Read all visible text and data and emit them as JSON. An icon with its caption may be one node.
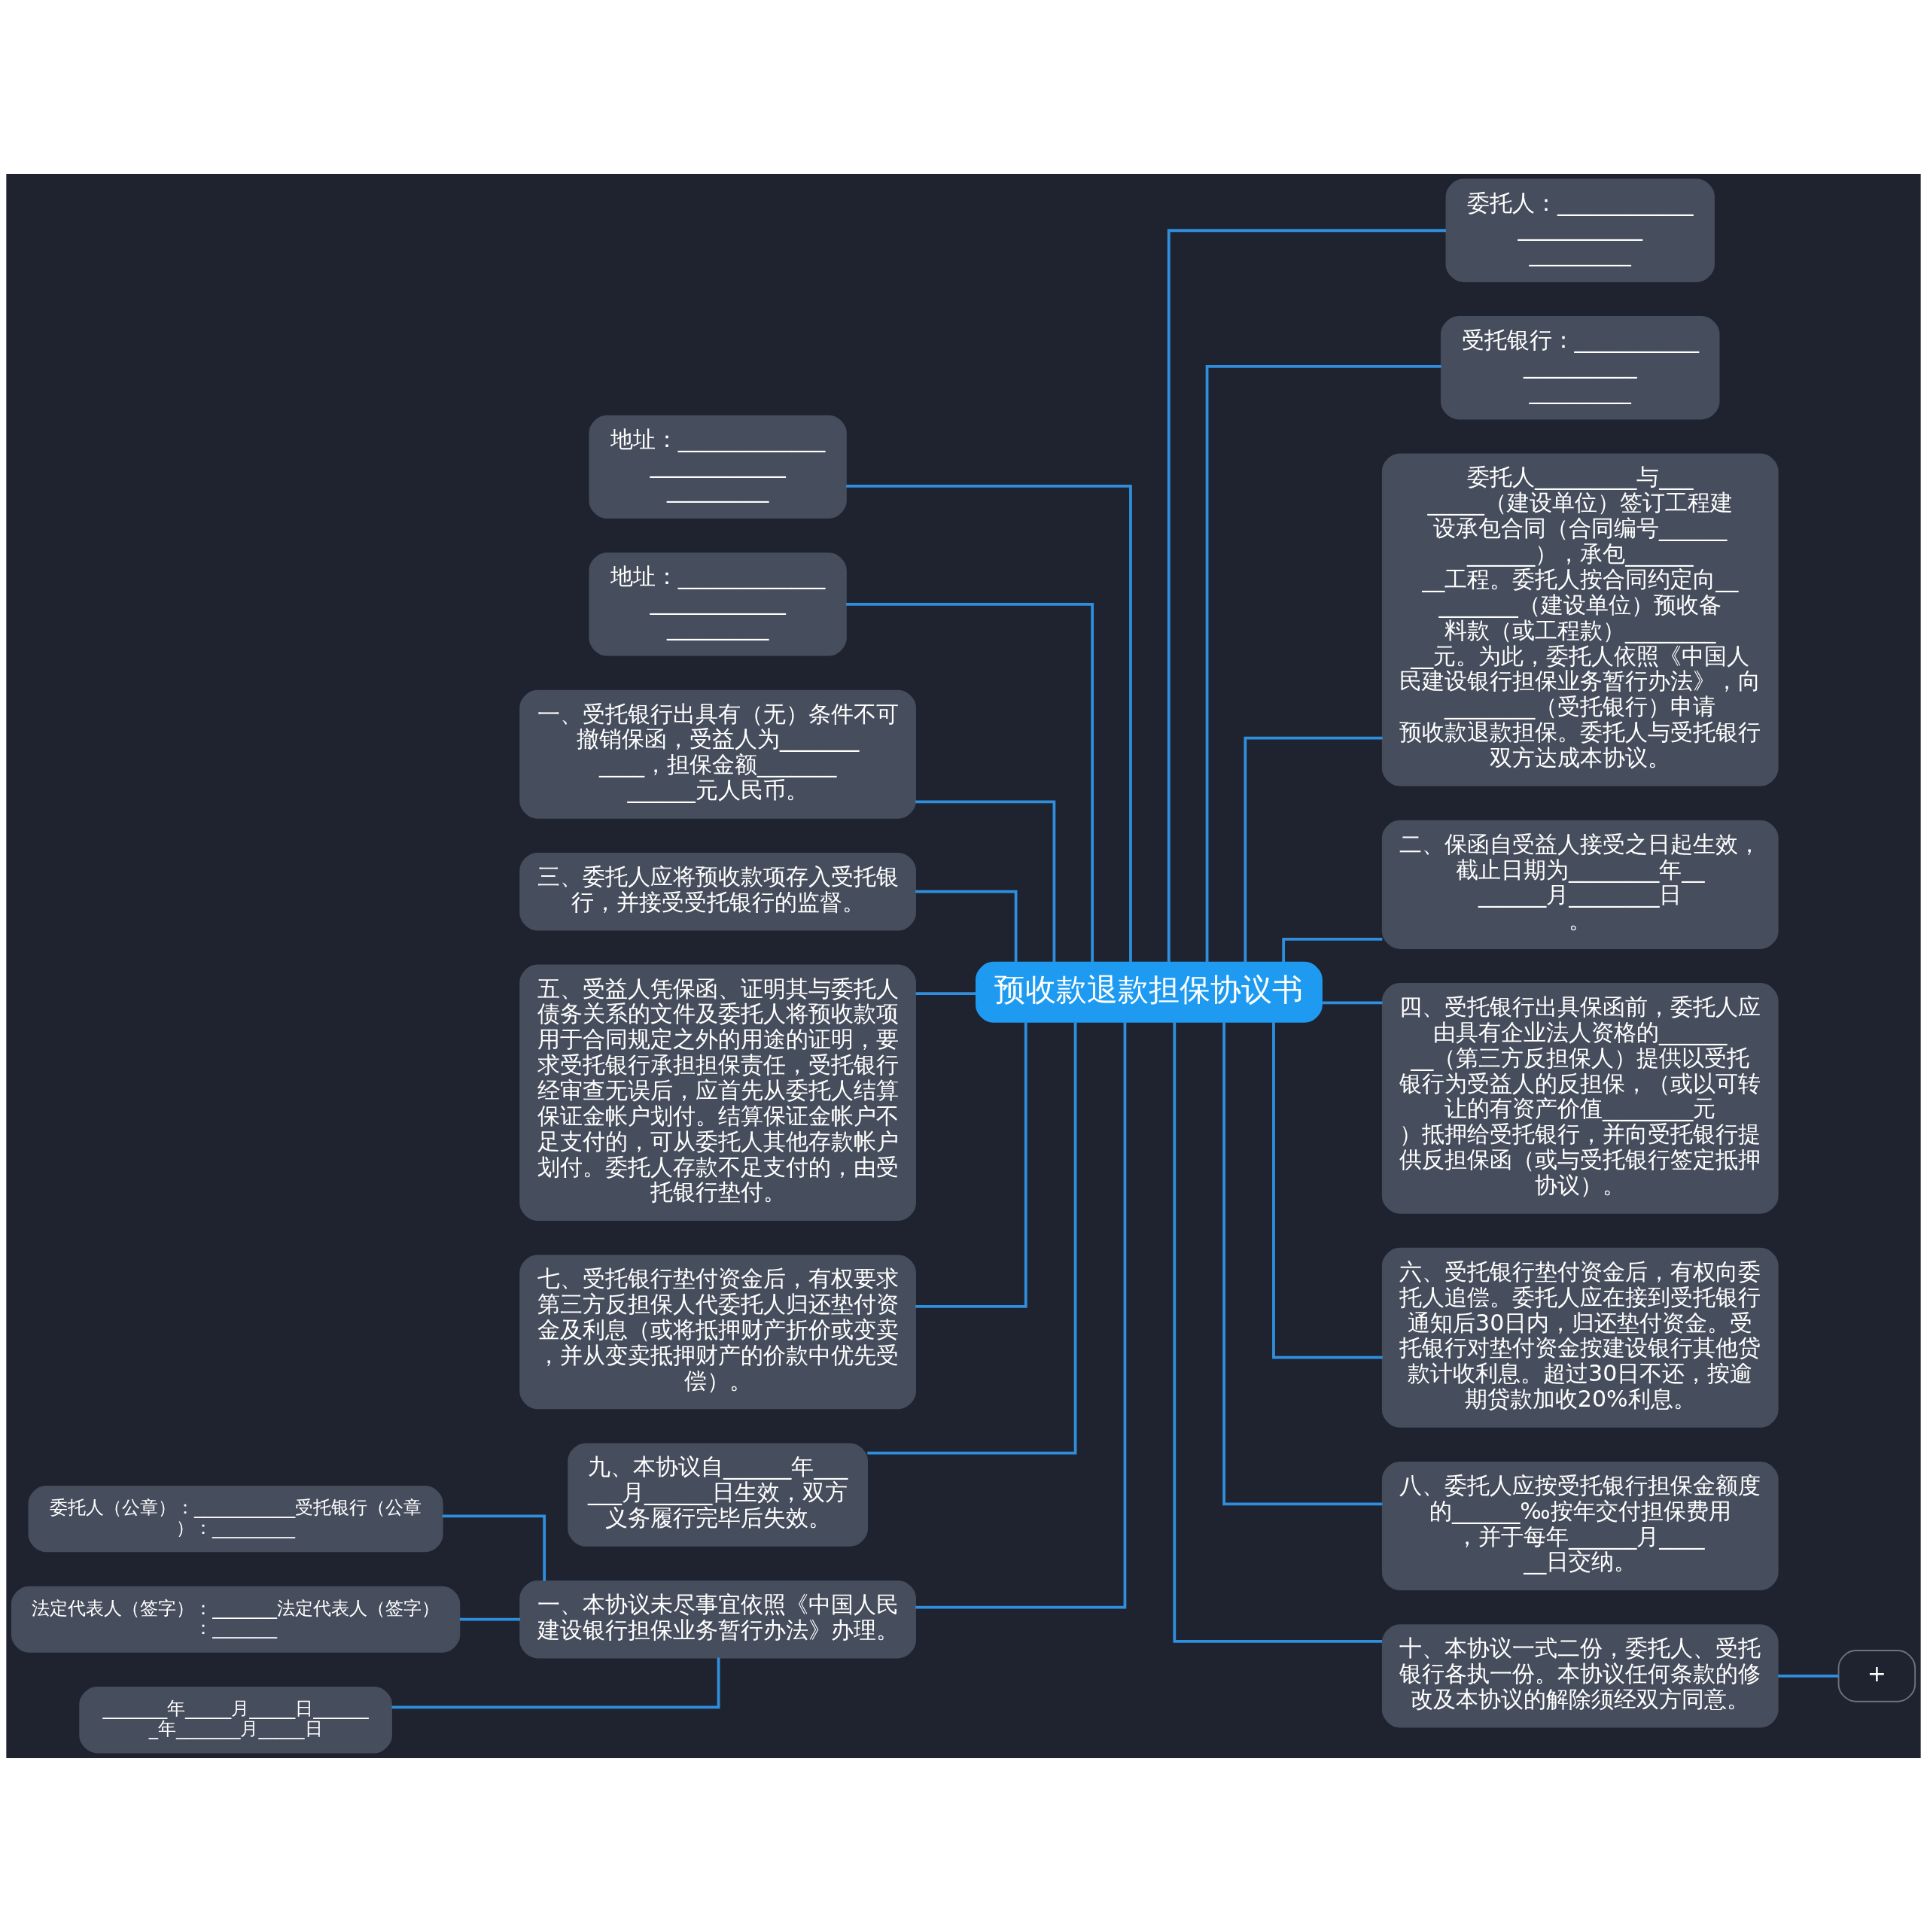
{
  "diagram": {
    "nodes": [
      {
        "text": [
          "预收款退款担保协议书"
        ]
      },
      {
        "text": [
          "地址：_________________________ _________"
        ]
      },
      {
        "text": [
          "地址：_________________________ _________"
        ]
      },
      {
        "text": [
          "一、受托银行出具有（无）条件不可撤销保函，受益人为___________，担保金额_____________元人民币。"
        ]
      },
      {
        "text": [
          "三、委托人应将预收款项存入受托银行，并接受受托银行的监督。"
        ]
      },
      {
        "text": [
          "五、受益人凭保函、证明其与委托人债务关系的文件及委托人将预收款项用于合同规定之外的用途的证明，要求受托银行承担担保责任，受托银行经审查无误后，应首先从委托人结算保证金帐户划付。结算保证金帐户不足支付的，可从委托人其他存款帐户划付。委托人存款不足支付的，由受托银行垫付。"
        ]
      },
      {
        "text": [
          "七、受托银行垫付资金后，有权要求第三方反担保人代委托人归还垫付资金及利息（或将抵押财产折价或变卖，并从变卖抵押财产的价款中优先受偿）。"
        ]
      },
      {
        "text": [
          "九、本协议自______年______月______日生效，双方义务履行完毕后失效。"
        ]
      },
      {
        "text": [
          "一、本协议未尽事宜依照《中国人民建设银行担保业务暂行办法》办理。"
        ]
      },
      {
        "text": [
          "委托人（公章）：___________受托银行（公章）：_________"
        ]
      },
      {
        "text": [
          "法定代表人（签字）：_______法定代表人（签字）：_______"
        ]
      },
      {
        "text": [
          "_______年_____月_____日_______年_______月_____日"
        ]
      },
      {
        "text": [
          "委托人：_______________________ _________"
        ]
      },
      {
        "text": [
          "受托银行：_____________________ _________"
        ]
      },
      {
        "text": [
          "委托人_________与________（建设单位）签订工程建设承包合同（合同编号____________），承包________工程。委托人按合同约定向_________（建设单位）预收备料款（或工程款）__________元。为此，委托人依照《中国人民建设银行担保业务暂行办法》，向________（受托银行）申请预收款退款担保。委托人与受托银行双方达成本协议。"
        ]
      },
      {
        "text": [
          "二、保函自受益人接受之日起生效，截止日期为________年________月________日。"
        ]
      },
      {
        "text": [
          "四、受托银行出具保函前，委托人应由具有企业法人资格的________（第三方反担保人）提供以受托银行为受益人的反担保，（或以可转让的有资产价值________元）抵押给受托银行，并向受托银行提供反担保函（或与受托银行签定抵押协议）。"
        ]
      },
      {
        "text": [
          "六、受托银行垫付资金后，有权向委托人追偿。委托人应在接到受托银行通知后30日内，归还垫付资金。受托银行对垫付资金按建设银行其他贷款计收利息。超过30日不还，按逾期贷款加收20%利息。"
        ]
      },
      {
        "text": [
          "八、委托人应按受托银行担保金额度的______‰按年交付担保费用，并于每年______月______日交纳。"
        ]
      },
      {
        "text": [
          "十、本协议一式二份，委托人、受托银行各执一份。本协议任何条款的修改及本协议的解除须经双方同意。"
        ]
      },
      {
        "text": [
          "+"
        ]
      }
    ],
    "edges": [
      {
        "from": 0,
        "to": 1,
        "arrow": "none"
      },
      {
        "from": 0,
        "to": 2,
        "arrow": "none"
      },
      {
        "from": 0,
        "to": 3,
        "arrow": "none"
      },
      {
        "from": 0,
        "to": 4,
        "arrow": "none"
      },
      {
        "from": 0,
        "to": 5,
        "arrow": "none"
      },
      {
        "from": 0,
        "to": 6,
        "arrow": "none"
      },
      {
        "from": 0,
        "to": 7,
        "arrow": "none"
      },
      {
        "from": 0,
        "to": 8,
        "arrow": "none"
      },
      {
        "from": 8,
        "to": 9,
        "arrow": "none"
      },
      {
        "from": 8,
        "to": 10,
        "arrow": "none"
      },
      {
        "from": 8,
        "to": 11,
        "arrow": "none"
      },
      {
        "from": 0,
        "to": 12,
        "arrow": "none"
      },
      {
        "from": 0,
        "to": 13,
        "arrow": "none"
      },
      {
        "from": 0,
        "to": 14,
        "arrow": "none"
      },
      {
        "from": 0,
        "to": 15,
        "arrow": "none"
      },
      {
        "from": 0,
        "to": 16,
        "arrow": "none"
      },
      {
        "from": 0,
        "to": 17,
        "arrow": "none"
      },
      {
        "from": 0,
        "to": 18,
        "arrow": "none"
      },
      {
        "from": 0,
        "to": 19,
        "arrow": "none"
      },
      {
        "from": 19,
        "to": 20,
        "arrow": "none"
      }
    ]
  }
}
